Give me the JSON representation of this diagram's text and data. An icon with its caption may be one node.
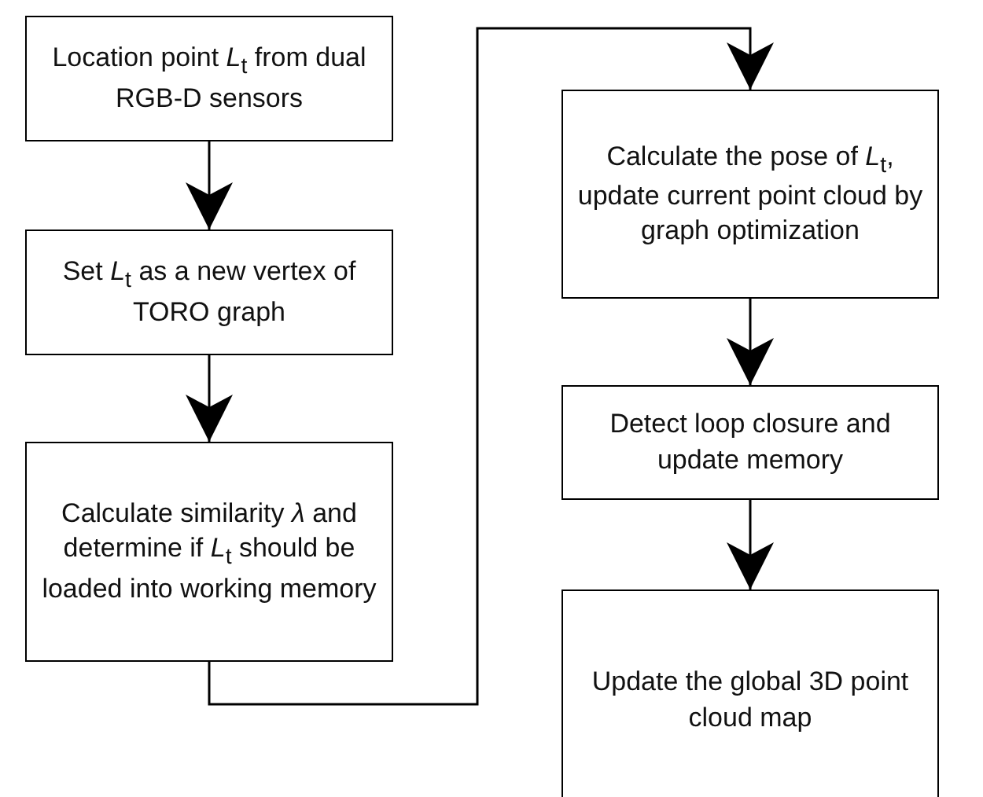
{
  "diagram": {
    "nodes": [
      {
        "text": [
          "Location point *L*$_{t}$ from dual RGB-D sensors"
        ]
      },
      {
        "text": [
          "Set *L*$_{t}$ as a new vertex of TORO graph"
        ]
      },
      {
        "text": [
          "Calculate similarity *λ* and determine if *L*$_{t}$ should be loaded into working memory"
        ]
      },
      {
        "text": [
          "Calculate the pose of *L*$_{t}$, update current point cloud by graph optimization"
        ]
      },
      {
        "text": [
          "Detect loop closure and update memory"
        ]
      },
      {
        "text": [
          "Update the global 3D point cloud map"
        ]
      }
    ],
    "edges": [
      {
        "from": 0,
        "to": 1,
        "arrow": "to"
      },
      {
        "from": 1,
        "to": 2,
        "arrow": "to"
      },
      {
        "from": 2,
        "to": 3,
        "arrow": "to"
      },
      {
        "from": 3,
        "to": 4,
        "arrow": "to"
      },
      {
        "from": 4,
        "to": 5,
        "arrow": "to"
      }
    ]
  }
}
